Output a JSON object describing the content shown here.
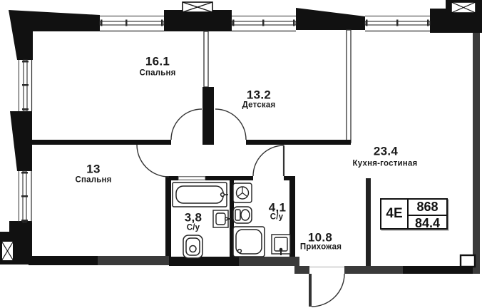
{
  "floorplan": {
    "rooms": [
      {
        "id": "bedroom-1",
        "area": "16.1",
        "name": "Спальня"
      },
      {
        "id": "nursery",
        "area": "13.2",
        "name": "Детская"
      },
      {
        "id": "kitchen-living",
        "area": "23.4",
        "name": "Кухня-гостиная"
      },
      {
        "id": "bedroom-2",
        "area": "13",
        "name": "Спальня"
      },
      {
        "id": "bathroom-1",
        "area": "3,8",
        "name": "С/у"
      },
      {
        "id": "bathroom-2",
        "area": "4,1",
        "name": "С/у"
      },
      {
        "id": "hallway",
        "area": "10.8",
        "name": "Прихожая"
      }
    ],
    "unit": {
      "layout_type": "4Е",
      "unit_number": "868",
      "total_area": "84.4"
    },
    "icons": [
      "bathtub-icon",
      "sink-icon",
      "toilet-icon",
      "washing-machine-icon",
      "shower-icon",
      "ventilation-shaft-icon",
      "window-icon",
      "door-swing-icon"
    ],
    "colors": {
      "wall_black": "#111111",
      "wall_gray": "#3a3a3a",
      "line": "#2b2b2b",
      "background": "#ffffff"
    }
  }
}
